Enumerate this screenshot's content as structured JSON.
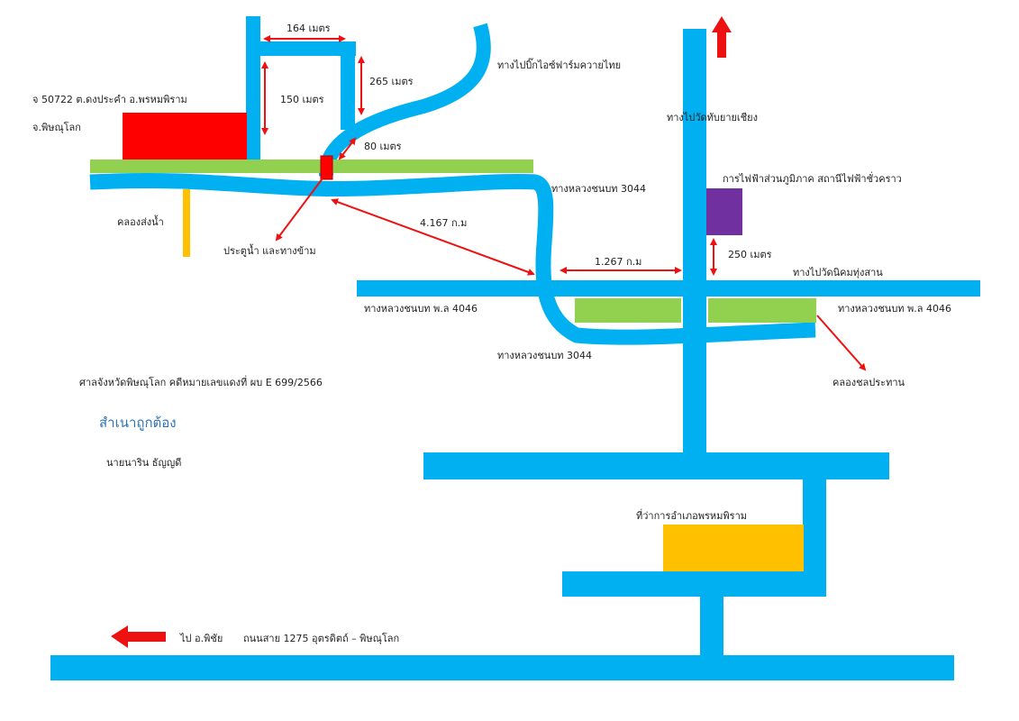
{
  "colors": {
    "road": "#00b0f0",
    "property": "#ff0000",
    "green_strip": "#92d050",
    "canal": "#ffc000",
    "substation": "#7030a0",
    "district_office": "#ffc000",
    "arrow": "#ee1111"
  },
  "icons": {
    "north_arrow": "arrow-up-icon",
    "west_arrow": "arrow-left-icon"
  },
  "labels": {
    "dist_164": "164  เมตร",
    "dist_265": "265   เมตร",
    "dist_150": "150  เมตร",
    "dist_80": "80   เมตร",
    "to_big_eyes_farm": "ทางไปบิ๊กไอซ์ฟาร์มควายไทย",
    "property_line1": "จ 50722  ต.ดงประคำ อ.พรหมพิราม",
    "property_line2": "จ.พิษณุโลก",
    "to_wat": "ทางไปวัดทับยายเชียง",
    "highway_3044_top": "ทางหลวงชนบท 3044",
    "substation": "การไฟฟ้าส่วนภูมิภาค สถานีไฟฟ้าชั่วคราว",
    "canal_irrigation": "คลองส่งน้ำ",
    "water_gate": "ประตูน้ำ และทางข้าม",
    "dist_4167": "4.167  ก.ม",
    "dist_1267": "1.267  ก.ม",
    "dist_250": "250  เมตร",
    "to_nikhom": "ทางไปวัดนิคมทุ่งสาน",
    "highway_4046_left": "ทางหลวงชนบท พ.ล 4046",
    "highway_4046_right": "ทางหลวงชนบท พ.ล 4046",
    "highway_3044_bottom": "ทางหลวงชนบท 3044",
    "canal_chonprathan": "คลองชลประทาน",
    "court": "ศาลจังหวัดพิษณุโลก  คดีหมายเลขแดงที่ ผบ E 699/2566",
    "certified": "สำเนาถูกต้อง",
    "signer": "นายนาริน  ธัญญดี",
    "district_office": "ที่ว่าการอำเภอพรหมพิราม",
    "to_phichai": "ไป อ.พิชัย",
    "route_1275": "ถนนสาย 1275  อุตรดิตถ์ – พิษณุโลก"
  }
}
